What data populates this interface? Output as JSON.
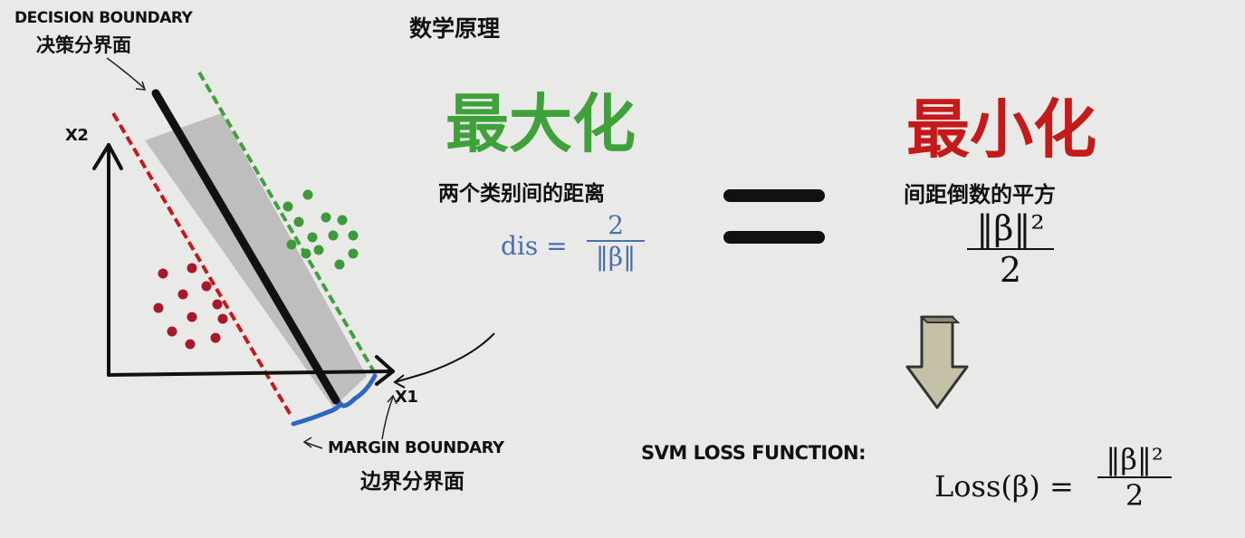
{
  "labels": {
    "decision_boundary_en": "DECISION BOUNDARY",
    "decision_boundary_cn": "决策分界面",
    "title": "数学原理",
    "maximize": "最大化",
    "maximize_desc": "两个类别间的距离",
    "minimize": "最小化",
    "minimize_desc": "间距倒数的平方",
    "axis_x2": "X2",
    "axis_x1": "X1",
    "margin_boundary_en": "MARGIN BOUNDARY",
    "margin_boundary_cn": "边界分界面",
    "loss_label": "SVM LOSS FUNCTION:"
  },
  "formulas": {
    "dis_lhs": "dis =",
    "dis_num": "2",
    "dis_den": "‖β‖",
    "min_num": "‖β‖²",
    "min_den": "2",
    "loss_lhs": "Loss(β) =",
    "loss_num": "‖β‖²",
    "loss_den": "2"
  },
  "colors": {
    "green": "#3ea13a",
    "red": "#c41a1a",
    "blue_formula": "#4a6fb0",
    "dot_green": "#3d9a3a",
    "dot_red": "#a8182a",
    "margin_blue": "#2f66c4",
    "band_gray": "#b9b9b9",
    "arrow_fill": "#c5c0a8"
  }
}
